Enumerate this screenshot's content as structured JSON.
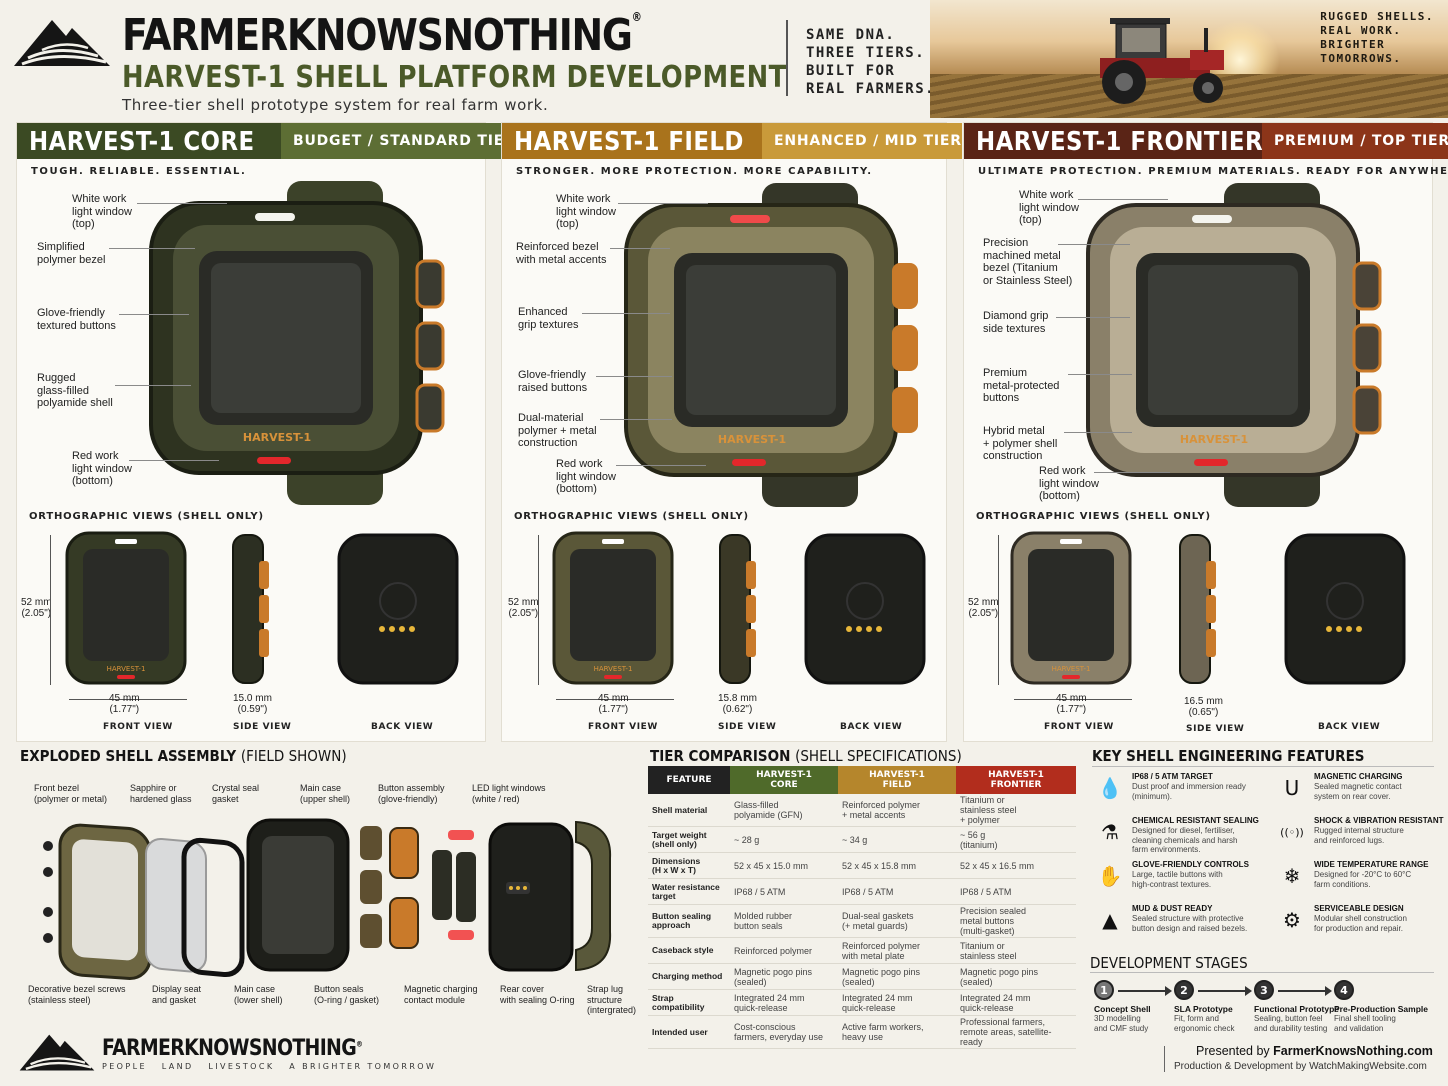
{
  "header": {
    "brand": "FARMERKNOWSNOTHING",
    "registered": "®",
    "title": "HARVEST-1 SHELL PLATFORM DEVELOPMENT",
    "subtitle": "Three-tier shell prototype system for real farm work.",
    "tagline": [
      "SAME DNA.",
      "THREE TIERS.",
      "BUILT FOR",
      "REAL FARMERS."
    ],
    "hero_text": [
      "RUGGED SHELLS.",
      "REAL WORK.",
      "BRIGHTER",
      "TOMORROWS."
    ]
  },
  "colors": {
    "core": "#3b4a23",
    "core_tier": "#5d6e34",
    "field": "#a9731c",
    "field_tier": "#c99a3a",
    "frontier": "#5a2416",
    "frontier_tier": "#8c3519",
    "bg": "#f3f1ea"
  },
  "tiers": [
    {
      "name": "HARVEST-1 CORE",
      "tier": "BUDGET / STANDARD TIER",
      "tag": "TOUGH. RELIABLE. ESSENTIAL.",
      "callouts": [
        "White work\nlight window\n(top)",
        "Simplified\npolymer bezel",
        "Glove-friendly\ntextured buttons",
        "Rugged\nglass-filled\npolyamide shell",
        "Red work\nlight window\n(bottom)"
      ],
      "ortho": "ORTHOGRAPHIC VIEWS (SHELL ONLY)",
      "height": "52 mm\n(2.05\")",
      "width": "45 mm\n(1.77\")",
      "depth": "15.0 mm\n(0.59\")",
      "views": [
        "FRONT VIEW",
        "SIDE VIEW",
        "BACK VIEW"
      ],
      "watch_label": "HARVEST-1"
    },
    {
      "name": "HARVEST-1 FIELD",
      "tier": "ENHANCED / MID TIER",
      "tag": "STRONGER. MORE PROTECTION. MORE CAPABILITY.",
      "callouts": [
        "White work\nlight window\n(top)",
        "Reinforced bezel\nwith metal accents",
        "Enhanced\ngrip textures",
        "Glove-friendly\nraised buttons",
        "Dual-material\npolymer + metal\nconstruction",
        "Red work\nlight window\n(bottom)"
      ],
      "ortho": "ORTHOGRAPHIC VIEWS (SHELL ONLY)",
      "height": "52 mm\n(2.05\")",
      "width": "45 mm\n(1.77\")",
      "depth": "15.8 mm\n(0.62\")",
      "views": [
        "FRONT VIEW",
        "SIDE VIEW",
        "BACK VIEW"
      ],
      "watch_label": "HARVEST-1"
    },
    {
      "name": "HARVEST-1 FRONTIER",
      "tier": "PREMIUM / TOP TIER",
      "tag": "ULTIMATE PROTECTION. PREMIUM MATERIALS. READY FOR ANYWHERE.",
      "callouts": [
        "White work\nlight window\n(top)",
        "Precision\nmachined metal\nbezel (Titanium\nor Stainless Steel)",
        "Diamond grip\nside textures",
        "Premium\nmetal-protected\nbuttons",
        "Hybrid metal\n+ polymer shell\nconstruction",
        "Red work\nlight window\n(bottom)"
      ],
      "ortho": "ORTHOGRAPHIC VIEWS (SHELL ONLY)",
      "height": "52 mm\n(2.05\")",
      "width": "45 mm\n(1.77\")",
      "depth": "16.5 mm\n(0.65\")",
      "views": [
        "FRONT VIEW",
        "SIDE VIEW",
        "BACK VIEW"
      ],
      "watch_label": "HARVEST-1"
    }
  ],
  "exploded": {
    "title": "EXPLODED SHELL ASSEMBLY",
    "title_sub": "(FIELD SHOWN)",
    "top_labels": [
      "Front bezel\n(polymer or metal)",
      "Sapphire or\nhardened glass",
      "Crystal seal\ngasket",
      "Main case\n(upper shell)",
      "Button assembly\n(glove-friendly)",
      "LED light windows\n(white / red)"
    ],
    "bottom_labels": [
      "Decorative bezel screws\n(stainless steel)",
      "Display seat\nand gasket",
      "Main case\n(lower shell)",
      "Button seals\n(O-ring / gasket)",
      "Magnetic charging\ncontact module",
      "Rear cover\nwith sealing O-ring",
      "Strap lug\nstructure\n(intergrated)"
    ]
  },
  "comparison": {
    "title": "TIER COMPARISON",
    "title_sub": "(SHELL SPECIFICATIONS)",
    "headers": [
      "FEATURE",
      "HARVEST-1\nCORE",
      "HARVEST-1\nFIELD",
      "HARVEST-1\nFRONTIER"
    ],
    "rows": [
      [
        "Shell material",
        "Glass-filled\npolyamide (GFN)",
        "Reinforced polymer\n+ metal accents",
        "Titanium or\nstainless steel\n+ polymer"
      ],
      [
        "Target weight\n(shell only)",
        "~ 28 g",
        "~ 34 g",
        "~ 56 g\n(titanium)"
      ],
      [
        "Dimensions\n(H x W x T)",
        "52 x 45 x 15.0 mm",
        "52 x 45 x 15.8 mm",
        "52 x 45 x 16.5 mm"
      ],
      [
        "Water resistance\ntarget",
        "IP68 / 5 ATM",
        "IP68 / 5 ATM",
        "IP68 / 5 ATM"
      ],
      [
        "Button sealing\napproach",
        "Molded rubber\nbutton seals",
        "Dual-seal gaskets\n(+ metal guards)",
        "Precision sealed\nmetal buttons\n(multi-gasket)"
      ],
      [
        "Caseback style",
        "Reinforced polymer",
        "Reinforced polymer\nwith metal plate",
        "Titanium or\nstainless steel"
      ],
      [
        "Charging method",
        "Magnetic pogo pins\n(sealed)",
        "Magnetic pogo pins\n(sealed)",
        "Magnetic pogo pins\n(sealed)"
      ],
      [
        "Strap compatibility",
        "Integrated 24 mm\nquick-release",
        "Integrated 24 mm\nquick-release",
        "Integrated 24 mm\nquick-release"
      ],
      [
        "Intended user",
        "Cost-conscious\nfarmers, everyday use",
        "Active farm workers,\nheavy use",
        "Professional farmers,\nremote areas, satellite-ready"
      ]
    ]
  },
  "features": {
    "title": "KEY SHELL ENGINEERING FEATURES",
    "items": [
      {
        "icon": "water-drop-icon",
        "glyph": "💧",
        "title": "IP68 / 5 ATM TARGET",
        "desc": "Dust proof and immersion ready\n(minimum)."
      },
      {
        "icon": "magnet-icon",
        "glyph": "U",
        "title": "MAGNETIC CHARGING",
        "desc": "Sealed magnetic contact\nsystem on rear cover."
      },
      {
        "icon": "flask-icon",
        "glyph": "⚗",
        "title": "CHEMICAL RESISTANT SEALING",
        "desc": "Designed for diesel, fertiliser,\ncleaning chemicals and harsh\nfarm environments."
      },
      {
        "icon": "vibration-icon",
        "glyph": "((◦))",
        "title": "SHOCK & VIBRATION RESISTANT",
        "desc": "Rugged internal structure\nand reinforced lugs."
      },
      {
        "icon": "glove-icon",
        "glyph": "✋",
        "title": "GLOVE-FRIENDLY CONTROLS",
        "desc": "Large, tactile buttons with\nhigh-contrast textures."
      },
      {
        "icon": "snowflake-icon",
        "glyph": "❄",
        "title": "WIDE TEMPERATURE RANGE",
        "desc": "Designed for -20°C to 60°C\nfarm conditions."
      },
      {
        "icon": "mountain-icon",
        "glyph": "▲",
        "title": "MUD & DUST READY",
        "desc": "Sealed structure with protective\nbutton design and raised bezels."
      },
      {
        "icon": "gear-icon",
        "glyph": "⚙",
        "title": "SERVICEABLE DESIGN",
        "desc": "Modular shell construction\nfor production and repair."
      }
    ]
  },
  "stages": {
    "title": "DEVELOPMENT STAGES",
    "items": [
      {
        "num": "1",
        "title": "Concept Shell",
        "desc": "3D modelling\nand CMF study"
      },
      {
        "num": "2",
        "title": "SLA Prototype",
        "desc": "Fit, form and\nergonomic check"
      },
      {
        "num": "3",
        "title": "Functional Prototype",
        "desc": "Sealing, button feel\nand durability testing"
      },
      {
        "num": "4",
        "title": "Pre-Production Sample",
        "desc": "Final shell tooling\nand validation"
      }
    ]
  },
  "footer": {
    "brand": "FARMERKNOWSNOTHING",
    "registered": "®",
    "motto": "PEOPLE   LAND   LIVESTOCK   A BRIGHTER TOMORROW",
    "presented_prefix": "Presented by",
    "presented_site": "FarmerKnowsNothing.com",
    "production": "Production & Development by WatchMakingWebsite.com"
  }
}
